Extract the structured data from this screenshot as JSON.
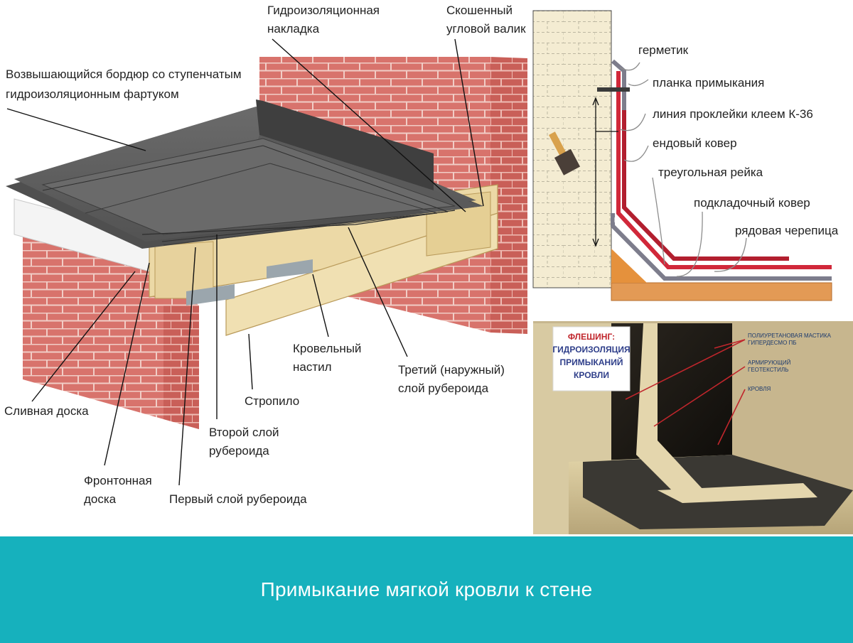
{
  "caption": "Примыкание мягкой кровли к стене",
  "colors": {
    "footer": "#16b1bd",
    "brick": "#d8736c",
    "roof_membrane": "#5f5f5f",
    "timber": "#ecd9a6",
    "flashing_red": "#c0262c"
  },
  "left_diagram": {
    "labels": {
      "raised_curb_1": "Возвышающийся бордюр со ступенчатым",
      "raised_curb_2": "гидроизоляционным фартуком",
      "overlay_1": "Гидроизоляционная",
      "overlay_2": "накладка",
      "fillet_1": "Скошенный",
      "fillet_2": "угловой валик",
      "deck_1": "Кровельный",
      "deck_2": "настил",
      "third_layer_1": "Третий (наружный)",
      "third_layer_2": "слой рубероида",
      "rafter": "Стропило",
      "second_layer_1": "Второй слой",
      "second_layer_2": "рубероида",
      "first_layer": "Первый слой рубероида",
      "drip_board": "Сливная доска",
      "fascia_1": "Фронтонная",
      "fascia_2": "доска"
    }
  },
  "right_diagram": {
    "labels": {
      "sealant": "герметик",
      "flashing_strip": "планка примыкания",
      "glue_line": "линия проклейки клеем К-36",
      "valley_carpet": "ендовый ковер",
      "triangular_strip": "треугольная рейка",
      "underlay": "подкладочный ковер",
      "shingles": "рядовая черепица"
    }
  },
  "photo": {
    "sign_1": "ФЛЕШИНГ:",
    "sign_2": "ГИДРОИЗОЛЯЦИЯ",
    "sign_3": "ПРИМЫКАНИЙ",
    "sign_4": "КРОВЛИ",
    "note_1a": "ПОЛИУРЕТАНОВАЯ МАСТИКА",
    "note_1b": "ГИПЕРДЕСМО ПБ",
    "note_2a": "АРМИРУЮЩИЙ",
    "note_2b": "ГЕОТЕКСТИЛЬ",
    "note_3": "КРОВЛЯ"
  }
}
